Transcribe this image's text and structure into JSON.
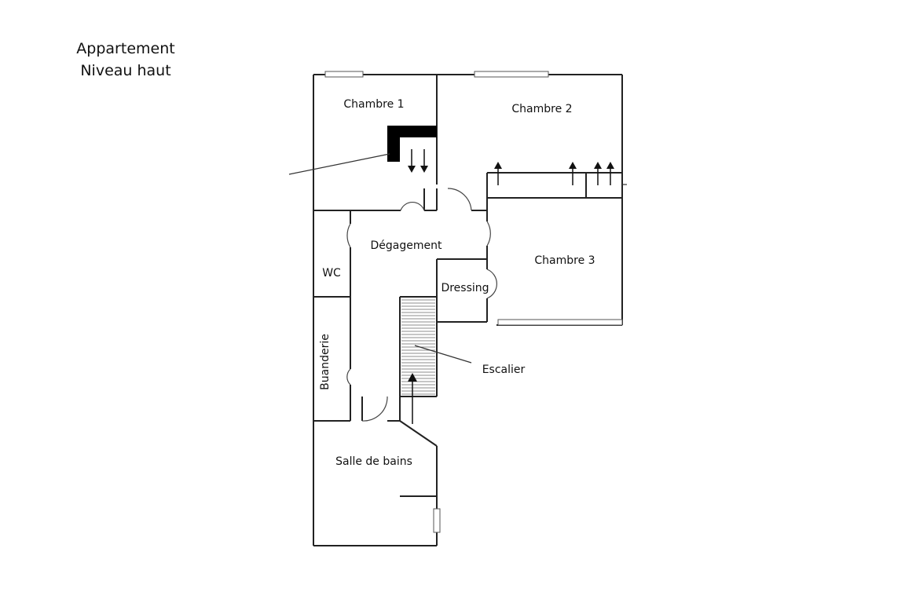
{
  "title": {
    "line1": "Appartement",
    "line2": "Niveau haut"
  },
  "rooms": {
    "chambre1": "Chambre 1",
    "chambre2": "Chambre 2",
    "chambre3": "Chambre 3",
    "degagement": "Dégagement",
    "wc": "WC",
    "dressing": "Dressing",
    "buanderie": "Buanderie",
    "escalier": "Escalier",
    "salle_de_bains": "Salle de bains"
  },
  "colors": {
    "wall": "#222222",
    "fireplace": "#000000",
    "background": "#ffffff"
  }
}
